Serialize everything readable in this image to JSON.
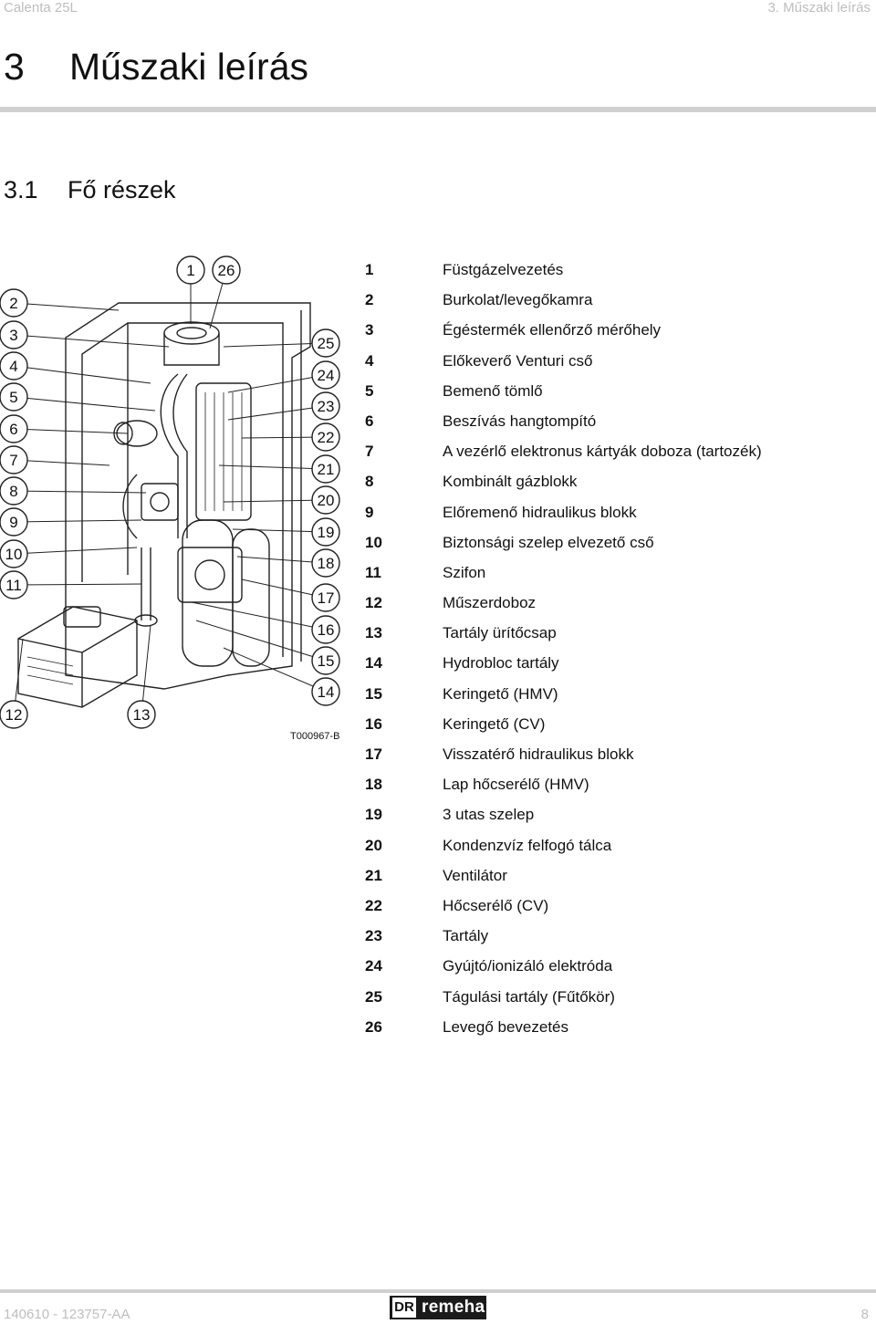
{
  "header": {
    "left": "Calenta 25L",
    "right": "3.  Műszaki leírás"
  },
  "chapter": {
    "number": "3",
    "title": "Műszaki leírás"
  },
  "section": {
    "number": "3.1",
    "title": "Fő részek"
  },
  "figure": {
    "code": "T000967-B",
    "callouts": [
      "1",
      "2",
      "3",
      "4",
      "5",
      "6",
      "7",
      "8",
      "9",
      "10",
      "11",
      "12",
      "13",
      "14",
      "15",
      "16",
      "17",
      "18",
      "19",
      "20",
      "21",
      "22",
      "23",
      "24",
      "25",
      "26"
    ]
  },
  "legend": [
    {
      "num": "1",
      "text": "Füstgázelvezetés"
    },
    {
      "num": "2",
      "text": "Burkolat/levegőkamra"
    },
    {
      "num": "3",
      "text": "Égéstermék ellenőrző mérőhely"
    },
    {
      "num": "4",
      "text": "Előkeverő Venturi cső"
    },
    {
      "num": "5",
      "text": "Bemenő tömlő"
    },
    {
      "num": "6",
      "text": "Beszívás hangtompító"
    },
    {
      "num": "7",
      "text": "A vezérlő elektronus kártyák doboza (tartozék)"
    },
    {
      "num": "8",
      "text": "Kombinált gázblokk"
    },
    {
      "num": "9",
      "text": "Előremenő hidraulikus blokk"
    },
    {
      "num": "10",
      "text": "Biztonsági szelep elvezető cső"
    },
    {
      "num": "11",
      "text": "Szifon"
    },
    {
      "num": "12",
      "text": "Műszerdoboz"
    },
    {
      "num": "13",
      "text": "Tartály ürítőcsap"
    },
    {
      "num": "14",
      "text": "Hydrobloc tartály"
    },
    {
      "num": "15",
      "text": "Keringető (HMV)"
    },
    {
      "num": "16",
      "text": "Keringető (CV)"
    },
    {
      "num": "17",
      "text": "Visszatérő hidraulikus blokk"
    },
    {
      "num": "18",
      "text": "Lap hőcserélő (HMV)"
    },
    {
      "num": "19",
      "text": "3 utas szelep"
    },
    {
      "num": "20",
      "text": "Kondenzvíz felfogó tálca"
    },
    {
      "num": "21",
      "text": "Ventilátor"
    },
    {
      "num": "22",
      "text": "Hőcserélő (CV)"
    },
    {
      "num": "23",
      "text": "Tartály"
    },
    {
      "num": "24",
      "text": "Gyújtó/ionizáló elektróda"
    },
    {
      "num": "25",
      "text": "Tágulási tartály (Fűtőkör)"
    },
    {
      "num": "26",
      "text": "Levegő bevezetés"
    }
  ],
  "footer": {
    "ref": "140610  - 123757-AA",
    "brand_mark": "DR",
    "brand_name": "remeha",
    "page": "8"
  }
}
